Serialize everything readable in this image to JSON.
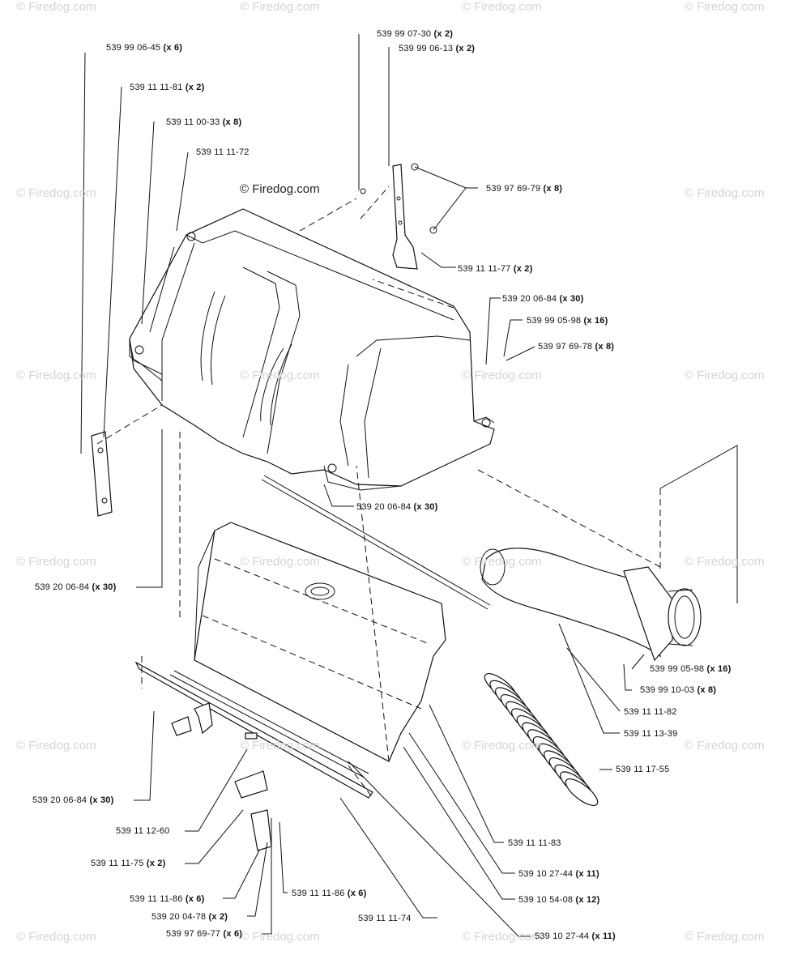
{
  "watermark": "© Firedog.com",
  "labels": [
    {
      "id": "p1",
      "num": "539 99 06-45",
      "qty": "(x 6)"
    },
    {
      "id": "p2",
      "num": "539 11 11-81",
      "qty": "(x 2)"
    },
    {
      "id": "p3",
      "num": "539 11 00-33",
      "qty": "(x 8)"
    },
    {
      "id": "p4",
      "num": "539 11 11-72",
      "qty": ""
    },
    {
      "id": "p5",
      "num": "539 99 07-30",
      "qty": "(x 2)"
    },
    {
      "id": "p6",
      "num": "539 99 06-13",
      "qty": "(x 2)"
    },
    {
      "id": "p7",
      "num": "539 97 69-79",
      "qty": "(x 8)"
    },
    {
      "id": "p8",
      "num": "539 11 11-77",
      "qty": "(x 2)"
    },
    {
      "id": "p9",
      "num": "539 20 06-84",
      "qty": "(x 30)"
    },
    {
      "id": "p10",
      "num": "539 99 05-98",
      "qty": "(x 16)"
    },
    {
      "id": "p11",
      "num": "539 97 69-78",
      "qty": "(x 8)"
    },
    {
      "id": "p12",
      "num": "539 20 06-84",
      "qty": "(x 30)"
    },
    {
      "id": "p13",
      "num": "539 20 06-84",
      "qty": "(x 30)"
    },
    {
      "id": "p14",
      "num": "539 99 05-98",
      "qty": "(x 16)"
    },
    {
      "id": "p15",
      "num": "539 99 10-03",
      "qty": "(x 8)"
    },
    {
      "id": "p16",
      "num": "539 11 11-82",
      "qty": ""
    },
    {
      "id": "p17",
      "num": "539 11 13-39",
      "qty": ""
    },
    {
      "id": "p18",
      "num": "539 11 17-55",
      "qty": ""
    },
    {
      "id": "p19",
      "num": "539 20 06-84",
      "qty": "(x 30)"
    },
    {
      "id": "p20",
      "num": "539 11 12-60",
      "qty": ""
    },
    {
      "id": "p21",
      "num": "539 11 11-75",
      "qty": "(x 2)"
    },
    {
      "id": "p22",
      "num": "539 11 11-83",
      "qty": ""
    },
    {
      "id": "p23",
      "num": "539 10 27-44",
      "qty": "(x 11)"
    },
    {
      "id": "p24",
      "num": "539 11 11-86",
      "qty": "(x 6)"
    },
    {
      "id": "p25",
      "num": "539 11 11-86",
      "qty": "(x 6)"
    },
    {
      "id": "p26",
      "num": "539 10 54-08",
      "qty": "(x 12)"
    },
    {
      "id": "p27",
      "num": "539 20 04-78",
      "qty": "(x 2)"
    },
    {
      "id": "p28",
      "num": "539 11 11-74",
      "qty": ""
    },
    {
      "id": "p29",
      "num": "539 97 69-77",
      "qty": "(x 6)"
    },
    {
      "id": "p30",
      "num": "539 10 27-44",
      "qty": "(x 11)"
    }
  ]
}
